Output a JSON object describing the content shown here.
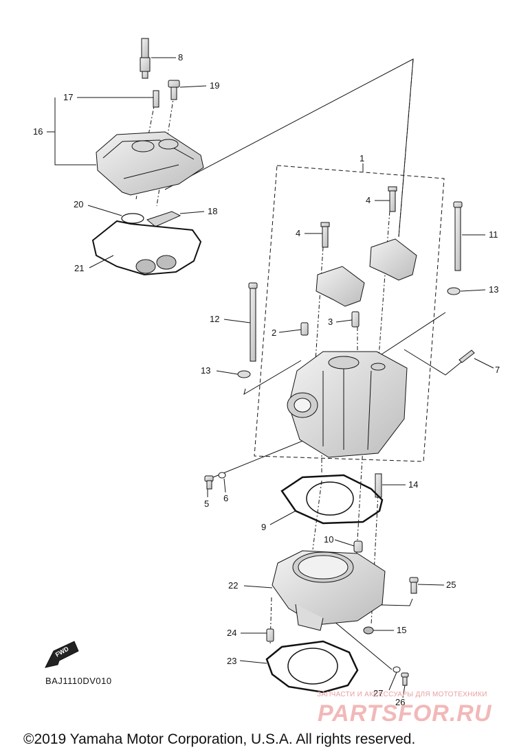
{
  "diagram": {
    "code": "BAJ1110DV010",
    "fwd_label": "FWD",
    "copyright": "©2019 Yamaha Motor Corporation, U.S.A. All rights reserved.",
    "watermark_text": "ЗАПЧАСТИ И АКСЕССУАРЫ ДЛЯ МОТОТЕХНИКИ",
    "watermark_logo": "PARTSFOR.RU"
  },
  "labels": {
    "p1": "1",
    "p2": "2",
    "p3": "3",
    "p4a": "4",
    "p4b": "4",
    "p5": "5",
    "p6": "6",
    "p7": "7",
    "p8": "8",
    "p9": "9",
    "p10": "10",
    "p11": "11",
    "p12": "12",
    "p13a": "13",
    "p13b": "13",
    "p14": "14",
    "p15": "15",
    "p16": "16",
    "p17": "17",
    "p18": "18",
    "p19": "19",
    "p20": "20",
    "p21": "21",
    "p22": "22",
    "p23": "23",
    "p24": "24",
    "p25": "25",
    "p26": "26",
    "p27": "27"
  },
  "colors": {
    "ink": "#111111",
    "part_fill": "#e4e4e4",
    "part_shade": "#c4c4c4",
    "watermark": "#f2b8b8"
  }
}
